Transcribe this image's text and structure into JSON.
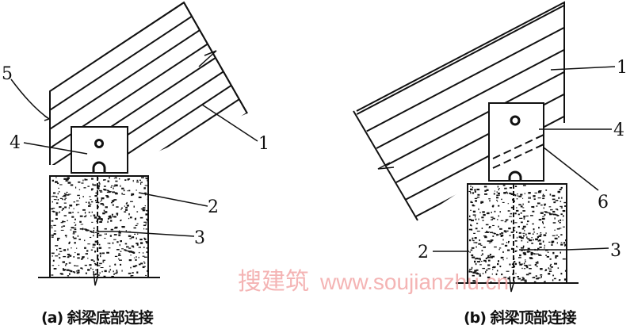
{
  "figure_a": {
    "caption": "(a) 斜梁底部连接",
    "labels": {
      "beam": "1",
      "pedestal": "2",
      "dowel": "3",
      "plate": "4",
      "edge": "5"
    }
  },
  "figure_b": {
    "caption": "(b) 斜梁顶部连接",
    "labels": {
      "beam": "1",
      "pedestal": "2",
      "dowel": "3",
      "plate": "4",
      "slot": "6"
    }
  },
  "watermark": {
    "cn": "搜建筑",
    "url": "www.soujianzhu.cn"
  },
  "colors": {
    "ink": "#111111",
    "watermark": "#f3a7a7"
  }
}
